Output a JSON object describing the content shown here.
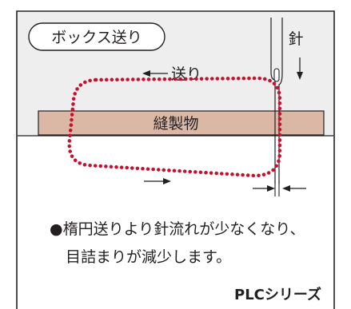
{
  "diagram": {
    "title_pill": "ボックス送り",
    "needle_label": "針",
    "feed_label": "送り",
    "material_label": "縫製物",
    "description_line1": "●楕円送りより針流れが少なくなり、",
    "description_line2": "目詰まりが減少します。",
    "series_label": "PLCシリーズ",
    "colors": {
      "frame": "#231f20",
      "material_fill": "#dbb8a6",
      "feed_path": "#c8102e"
    }
  }
}
